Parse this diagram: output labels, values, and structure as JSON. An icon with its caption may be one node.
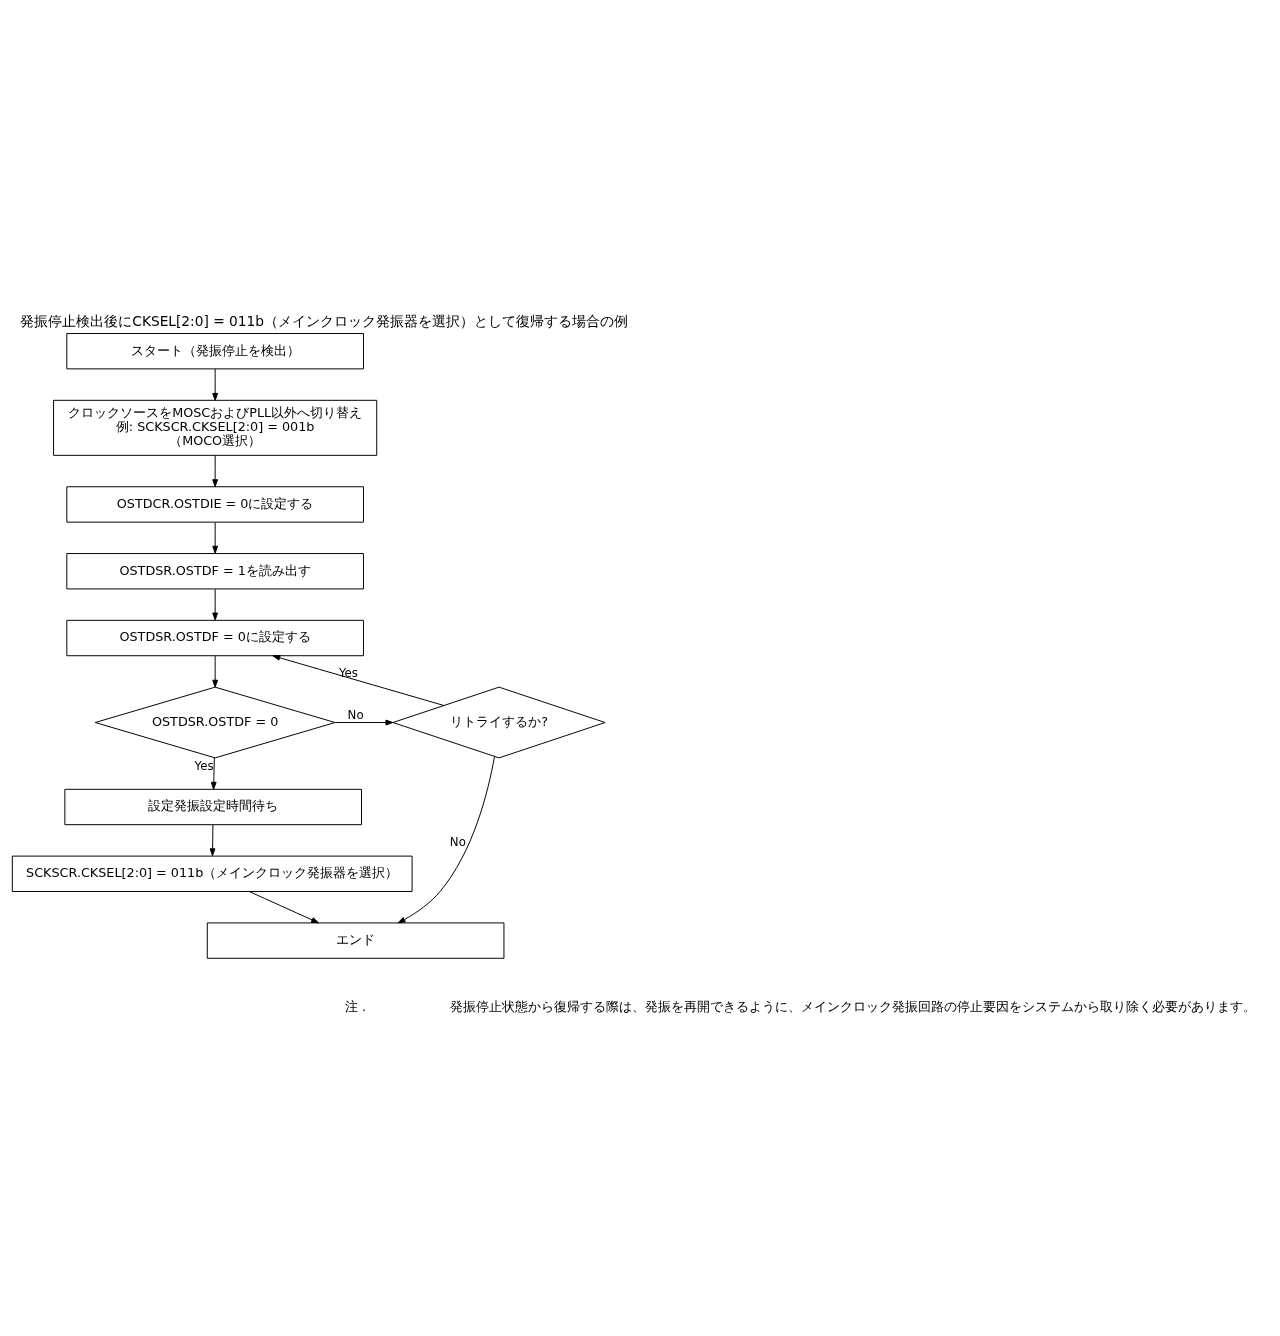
{
  "diagram": {
    "title": "発振停止検出後にCKSEL[2:0] = 011b（メインクロック発振器を選択）として復帰する場合の例",
    "nodes": [
      {
        "text": [
          "スタート（発振停止を検出）"
        ]
      },
      {
        "text": [
          "クロックソースをMOSCおよびPLL以外へ切り替え",
          "例: SCKSCR.CKSEL[2:0] = 001b",
          "（MOCO選択）"
        ]
      },
      {
        "text": [
          "OSTDCR.OSTDIE = 0に設定する"
        ]
      },
      {
        "text": [
          "OSTDSR.OSTDF = 1を読み出す"
        ]
      },
      {
        "text": [
          "OSTDSR.OSTDF = 0に設定する"
        ]
      },
      {
        "text": [
          "OSTDSR.OSTDF = 0"
        ]
      },
      {
        "text": [
          "リトライするか?"
        ]
      },
      {
        "text": [
          "設定発振設定時間待ち"
        ]
      },
      {
        "text": [
          "SCKSCR.CKSEL[2:0] = 011b（メインクロック発振器を選択）"
        ]
      },
      {
        "text": [
          "エンド"
        ]
      }
    ],
    "edges": [
      {
        "from": 0,
        "to": 1,
        "arrow": "to"
      },
      {
        "from": 1,
        "to": 2,
        "arrow": "to"
      },
      {
        "from": 2,
        "to": 3,
        "arrow": "to"
      },
      {
        "from": 3,
        "to": 4,
        "arrow": "to"
      },
      {
        "from": 4,
        "to": 5,
        "arrow": "to"
      },
      {
        "from": 5,
        "to": 6,
        "label": "No",
        "arrow": "to"
      },
      {
        "from": 5,
        "to": 7,
        "label": "Yes",
        "arrow": "to"
      },
      {
        "from": 6,
        "to": 4,
        "label": "Yes",
        "arrow": "to"
      },
      {
        "from": 7,
        "to": 8,
        "arrow": "to"
      },
      {
        "from": 8,
        "to": 9,
        "arrow": "to"
      },
      {
        "from": 6,
        "to": 9,
        "label": "No",
        "arrow": "to"
      }
    ],
    "labels": [
      "注 .",
      "発振停止状態から復帰する際は、発振を再開できるように、メインクロック発振回路の停止要因をシステムから取り除く必要があります。"
    ]
  }
}
